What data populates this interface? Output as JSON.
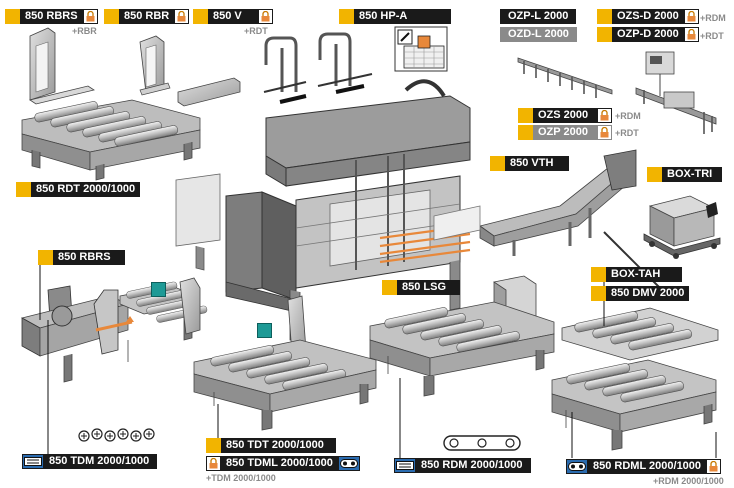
{
  "labels": {
    "rbrs_top": "850 RBRS",
    "rbr": "850 RBR",
    "v": "850 V",
    "hpa": "850 HP-A",
    "ozpl": "OZP-L 2000",
    "ozdl": "OZD-L 2000",
    "ozsd": "OZS-D 2000",
    "ozpd": "OZP-D 2000",
    "ozs": "OZS 2000",
    "ozp": "OZP 2000",
    "rdt": "850 RDT 2000/1000",
    "vth": "850 VTH",
    "boxtri": "BOX-TRI",
    "rbrs_mid": "850 RBRS",
    "boxtah": "BOX-TAH",
    "dmv": "850 DMV 2000",
    "lsg": "850 LSG",
    "tdt": "850 TDT 2000/1000",
    "tdml": "850 TDML 2000/1000",
    "tdm": "850 TDM 2000/1000",
    "rdm": "850 RDM 2000/1000",
    "rdml": "850 RDML 2000/1000"
  },
  "suffixes": {
    "rbr": "+RBR",
    "rdt_v": "+RDT",
    "rdm_ozsd": "+RDM",
    "rdt_ozpd": "+RDT",
    "rdm_ozs": "+RDM",
    "rdt_ozp": "+RDT",
    "tdm_sub": "+TDM 2000/1000",
    "rdm_sub": "+RDM 2000/1000"
  },
  "colors": {
    "accent_yellow": "#f2b400",
    "label_black": "#1a1a1a",
    "label_grey": "#8a8a8a",
    "marker_teal": "#1e9a96",
    "highlight_orange": "#e8883a",
    "icon_blue": "#2b6cb0"
  }
}
